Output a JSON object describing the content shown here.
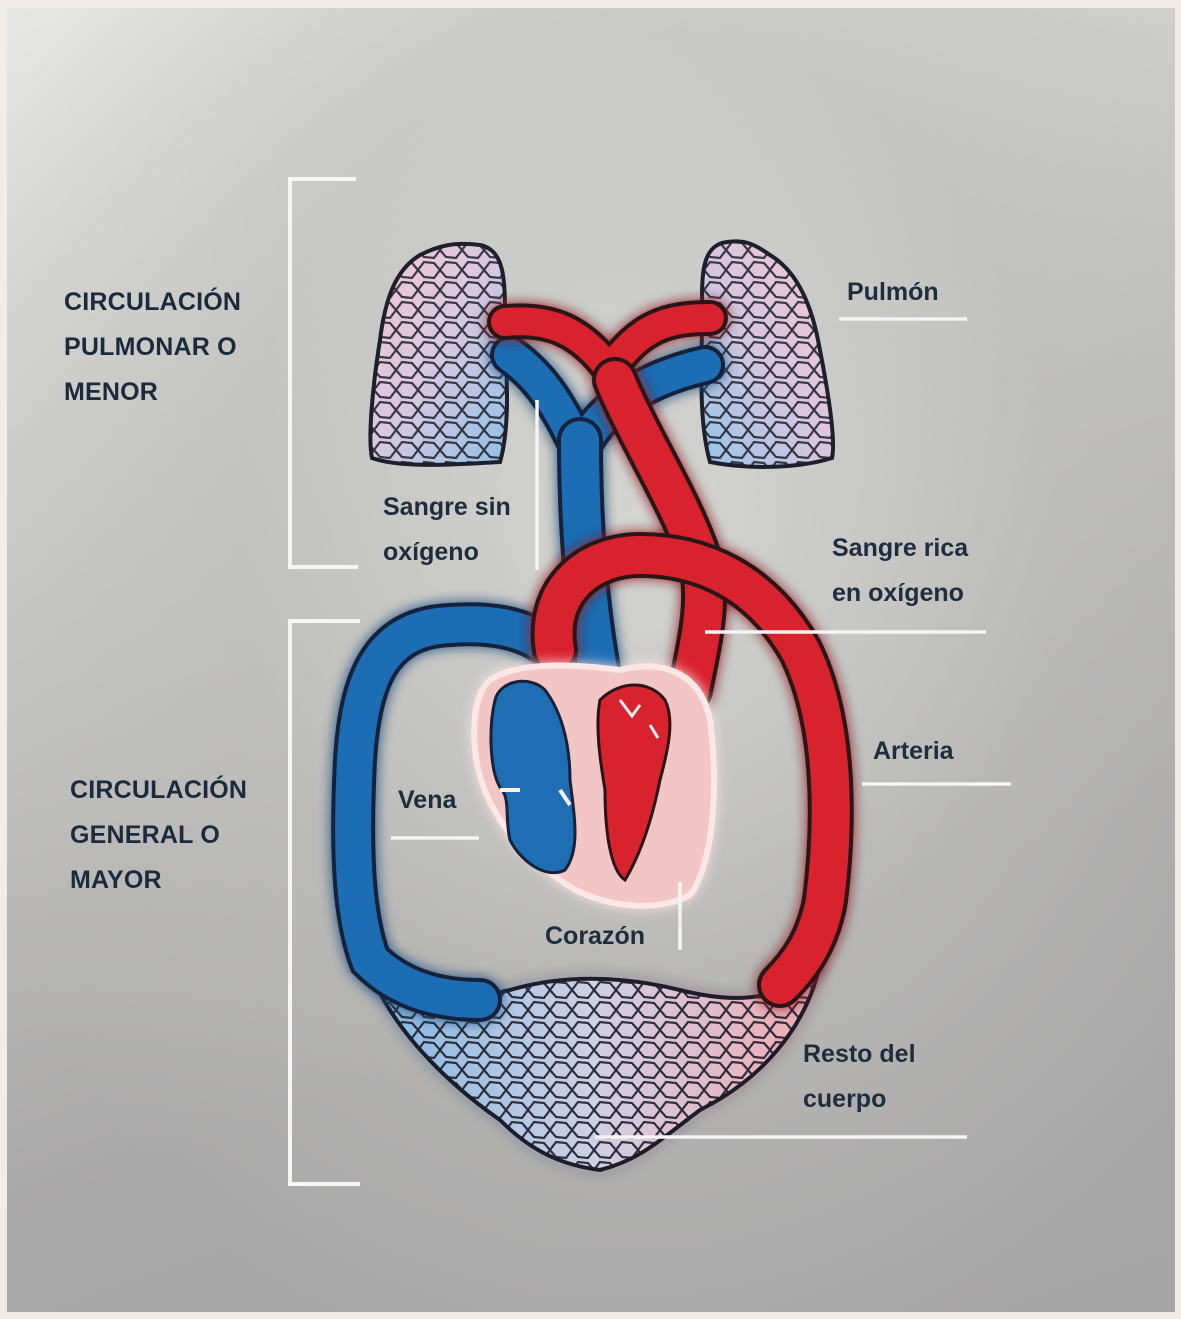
{
  "sections": {
    "pulmonary": "CIRCULACIÓN\nPULMONAR O\nMENOR",
    "general": "CIRCULACIÓN\nGENERAL O\nMAYOR"
  },
  "labels": {
    "lung": "Pulmón",
    "deoxygenated_blood": "Sangre sin\noxígeno",
    "oxygenated_blood": "Sangre rica\nen oxígeno",
    "artery": "Arteria",
    "vein": "Vena",
    "heart": "Corazón",
    "rest_of_body": "Resto del\ncuerpo"
  },
  "colors": {
    "arterial": "#d8232e",
    "venous": "#1f6db3",
    "heart_tissue": "#f1c6c4",
    "label_text": "#1f2d3d",
    "leader_line": "#f4f4f4"
  }
}
